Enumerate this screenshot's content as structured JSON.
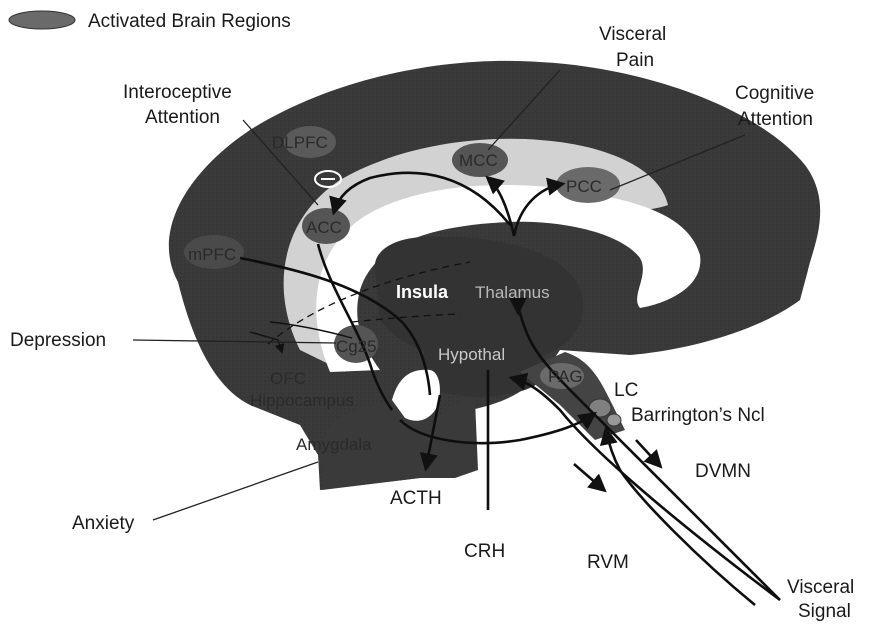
{
  "legend": {
    "label": "Activated Brain Regions"
  },
  "outer_labels": {
    "interoceptive_attention": [
      "Interoceptive",
      "Attention"
    ],
    "visceral_pain": [
      "Visceral",
      "Pain"
    ],
    "cognitive_attention": [
      "Cognitive",
      "Attention"
    ],
    "depression": "Depression",
    "anxiety": "Anxiety",
    "acth": "ACTH",
    "crh": "CRH",
    "rvm": "RVM",
    "dvmn": "DVMN",
    "lc": "LC",
    "barringtons": "Barrington’s Ncl",
    "visceral_signal": [
      "Visceral",
      "Signal"
    ]
  },
  "regions": {
    "dlpfc": "DLPFC",
    "mcc": "MCC",
    "pcc": "PCC",
    "acc": "ACC",
    "mpfc": "mPFC",
    "insula": "Insula",
    "thalamus": "Thalamus",
    "cg25": "Cg25",
    "hypothal": "Hypothal",
    "pag": "PAG",
    "ofc": "OFC",
    "hippocampus": "Hippocampus",
    "amygdala": "Amygdala"
  },
  "colors": {
    "cortex": "#3a3a3a",
    "cingulate_band": "#d2d2d2",
    "white_matter": "#ffffff",
    "deep_nuclei": "#333333",
    "activated_region": "#6a6a6a",
    "text": "#1a1a1a"
  }
}
